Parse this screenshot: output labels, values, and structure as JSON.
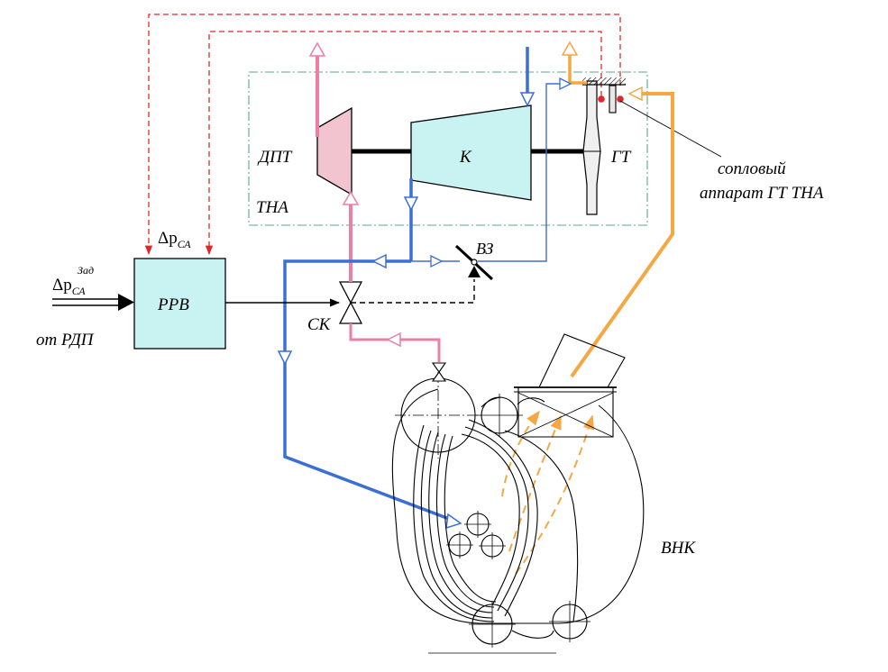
{
  "labels": {
    "dpt": "ДПТ",
    "k": "К",
    "gt": "ГТ",
    "tna": "ТНА",
    "vz": "ВЗ",
    "sk": "СК",
    "rrv": "РРВ",
    "from_rdp": "от РДП",
    "vnk": "ВНК",
    "nozzle_line1": "сопловый",
    "nozzle_line2": "аппарат ГТ ТНА",
    "dp_sa_delta": "Δp",
    "dp_sa_sub": "СА",
    "dp_zad_delta": "Δp",
    "dp_zad_sub": "СА",
    "dp_zad_sup": "Зад"
  },
  "colors": {
    "blue_line": "#3b6fd6",
    "pink_line": "#ec7fa3",
    "orange_line": "#f5a742",
    "red_dash": "#e0282b",
    "teal_box": "#c9f2f2",
    "pink_fill": "#f2c4d0",
    "frame_dash": "#5aa88a"
  }
}
